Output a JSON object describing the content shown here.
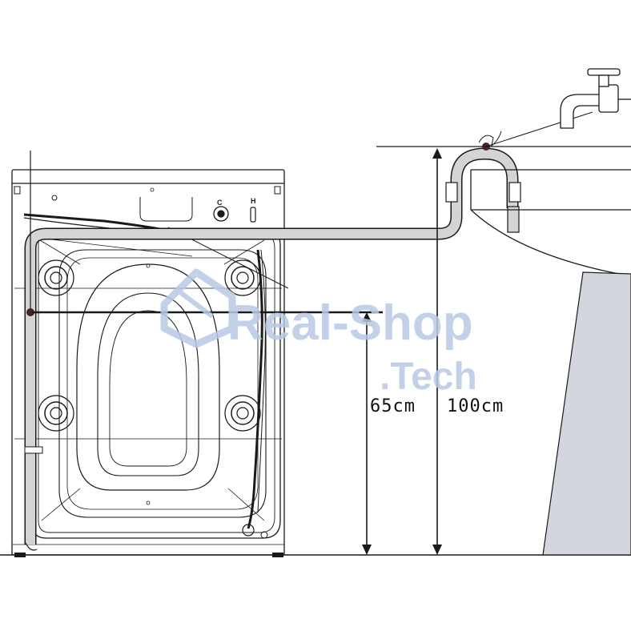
{
  "dimensions": {
    "low_height_label": "65cm",
    "high_height_label": "100cm"
  },
  "panel_labels": {
    "cold": "C",
    "hot": "H"
  },
  "watermark": {
    "line1": "Real-Shop",
    "line2": ".Tech"
  },
  "colors": {
    "line": "#1a1a1a",
    "hose": "#d4d4d4",
    "pedestal": "#d3d6dc",
    "watermark": "#b9c9e4",
    "clamp": "#4a2424"
  }
}
